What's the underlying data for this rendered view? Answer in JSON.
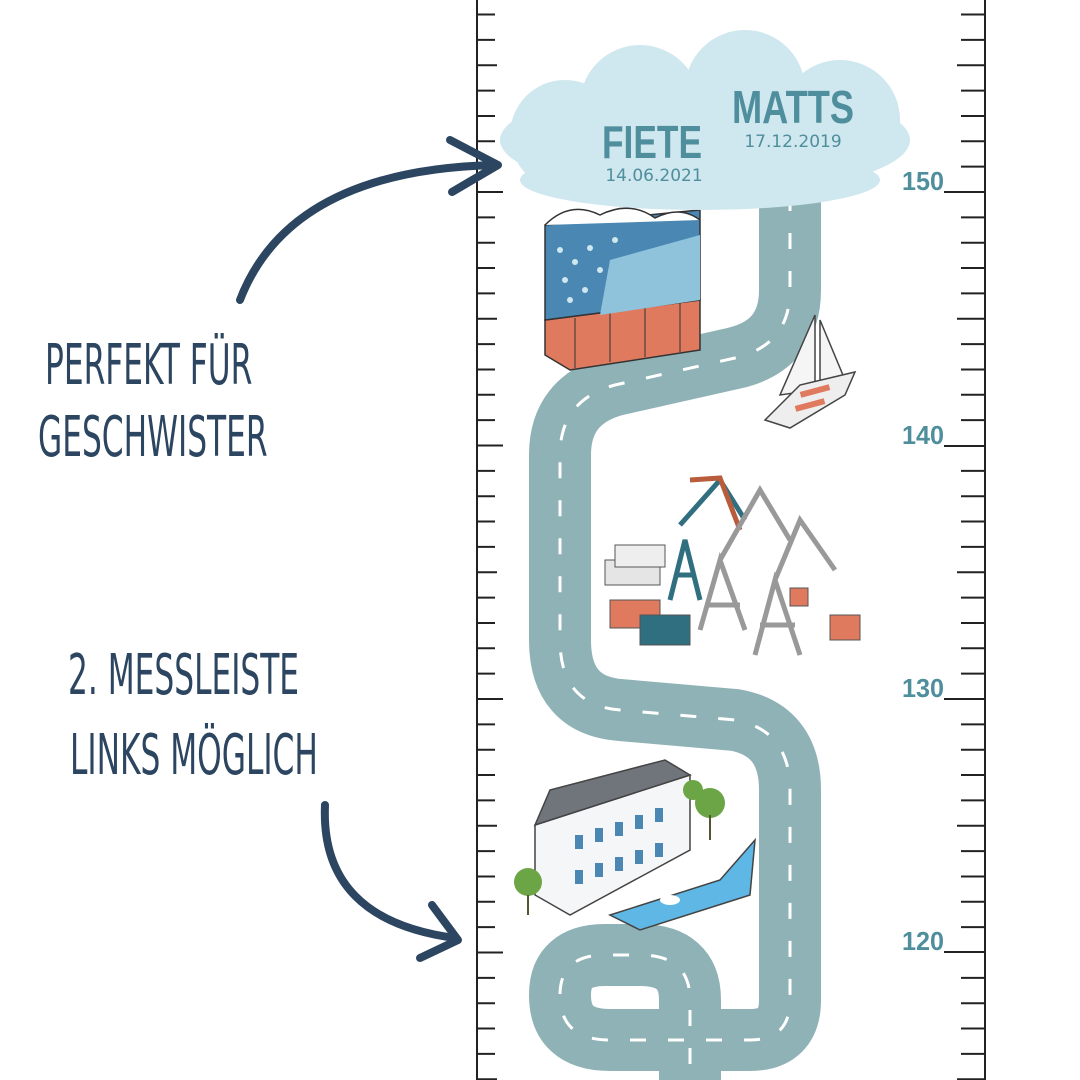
{
  "caption_top": {
    "line1": "Perfekt für",
    "line2": "Geschwister"
  },
  "caption_bottom": {
    "line1": "2. Messleiste",
    "line2": "links möglich"
  },
  "cloud": {
    "name1": "FIETE",
    "date1": "14.06.2021",
    "name2": "MATTS",
    "date2": "17.12.2019"
  },
  "scale_labels": [
    "150",
    "140",
    "130",
    "120"
  ],
  "colors": {
    "text_dark": "#2c4560",
    "teal": "#4f8e9c",
    "cloud": "#cfe7ee",
    "road": "#8fb2b6",
    "brick": "#e07a5f"
  },
  "icons": [
    "arrow-icon",
    "arrow-icon",
    "elbphilharmonie-icon",
    "sailboat-icon",
    "harbor-cranes-icon",
    "speicherstadt-building-icon"
  ]
}
